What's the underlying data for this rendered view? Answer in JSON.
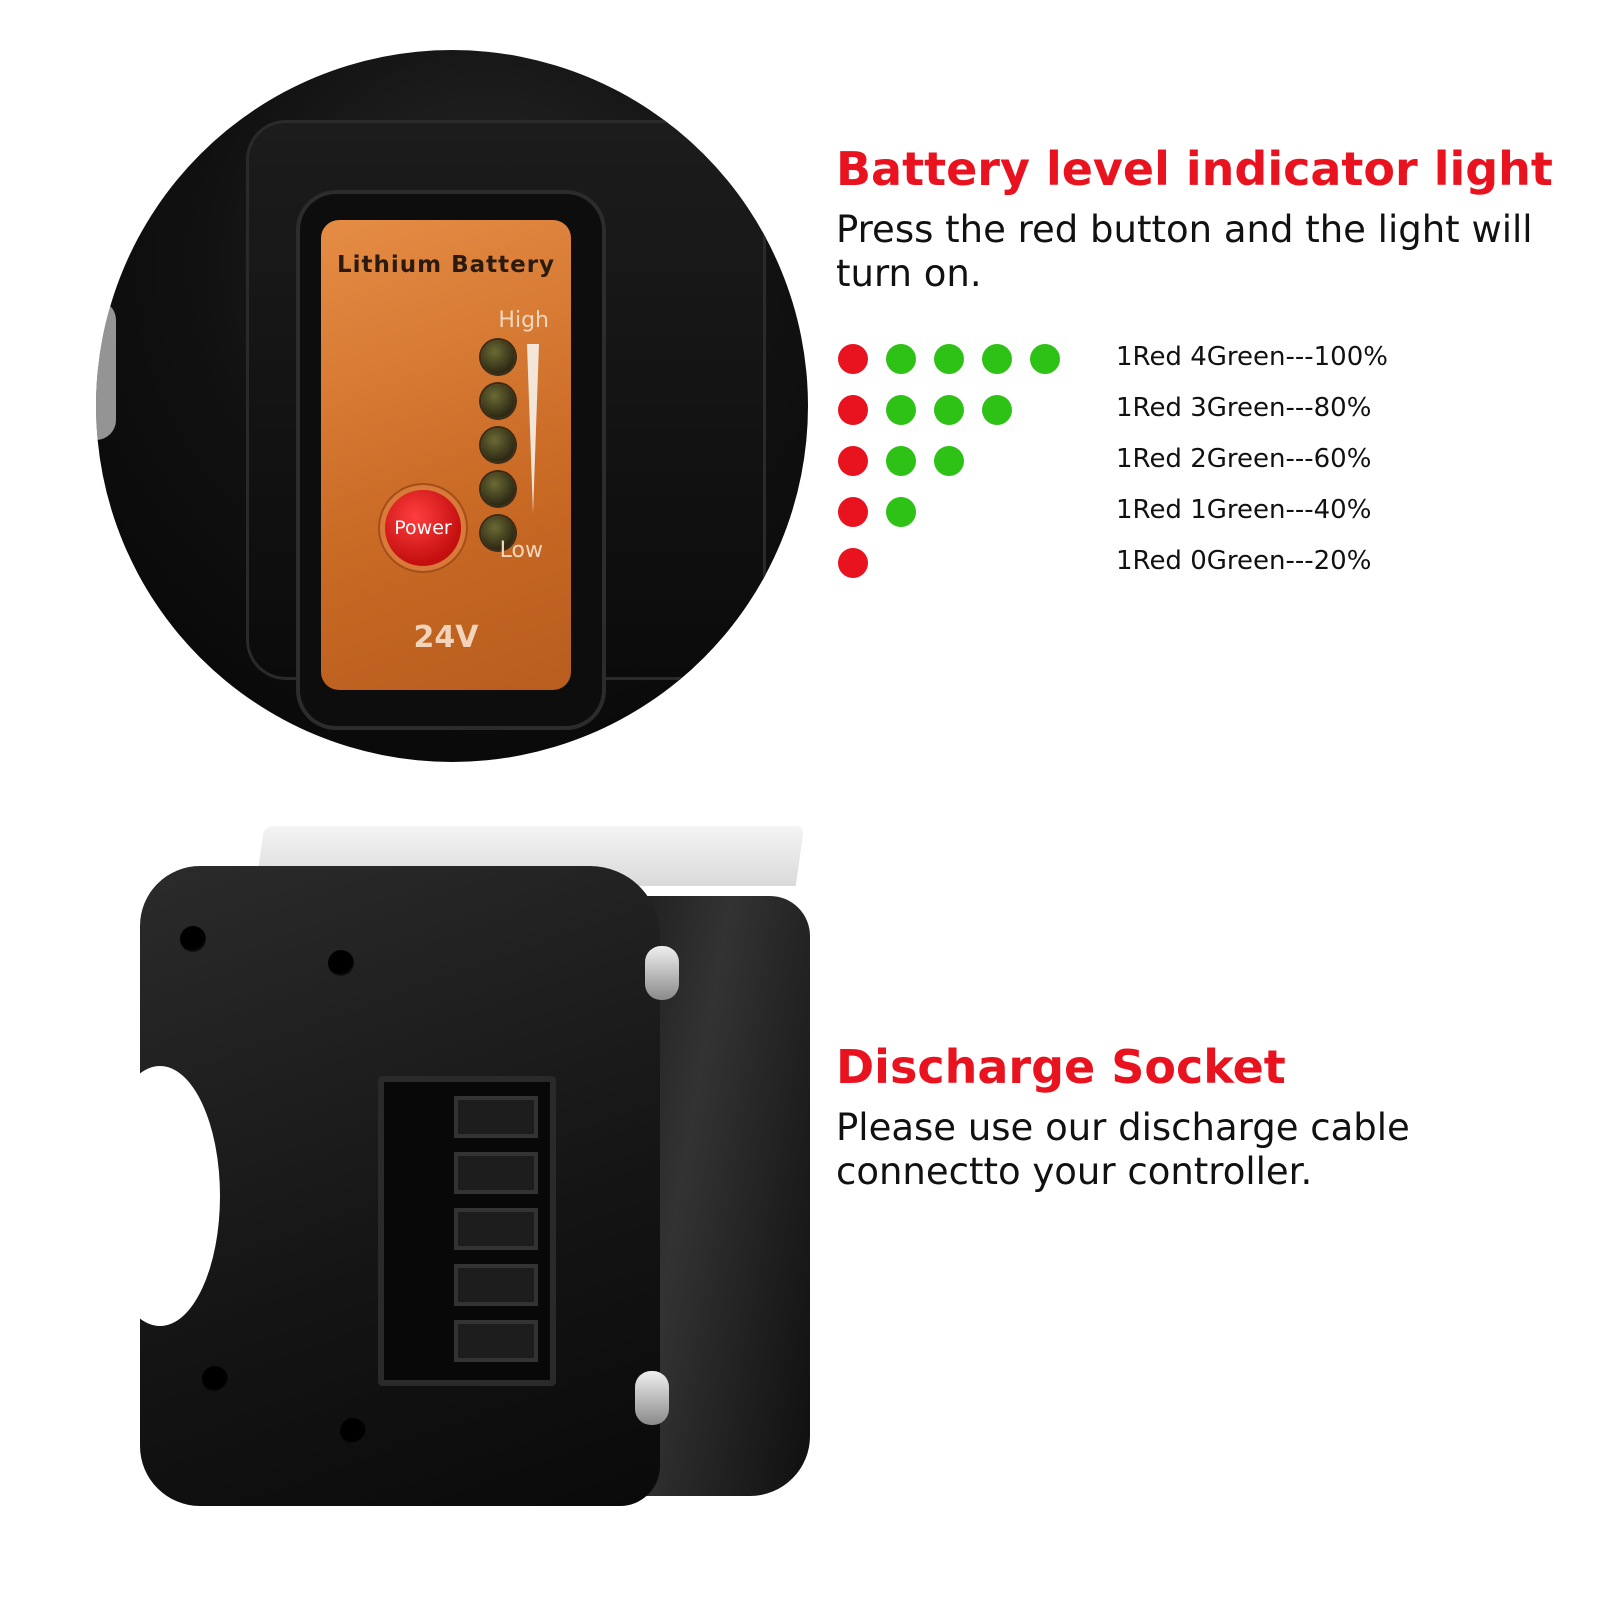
{
  "product_photo": {
    "panel_title": "Lithium Battery",
    "high_label": "High",
    "low_label": "Low",
    "power_label": "Power",
    "voltage_label": "24V"
  },
  "battery_section": {
    "title": "Battery level indicator light",
    "description": "Press the red button and the light will turn on.",
    "colors": {
      "red": "#e8131f",
      "green": "#2ec116"
    },
    "levels": [
      {
        "red": 1,
        "green": 4,
        "label": "1Red 4Green---100%"
      },
      {
        "red": 1,
        "green": 3,
        "label": "1Red 3Green---80%"
      },
      {
        "red": 1,
        "green": 2,
        "label": "1Red 2Green---60%"
      },
      {
        "red": 1,
        "green": 1,
        "label": "1Red 1Green---40%"
      },
      {
        "red": 1,
        "green": 0,
        "label": "1Red 0Green---20%"
      }
    ]
  },
  "socket_section": {
    "title": "Discharge Socket",
    "description": "Please use our discharge cable connectto your controller."
  }
}
